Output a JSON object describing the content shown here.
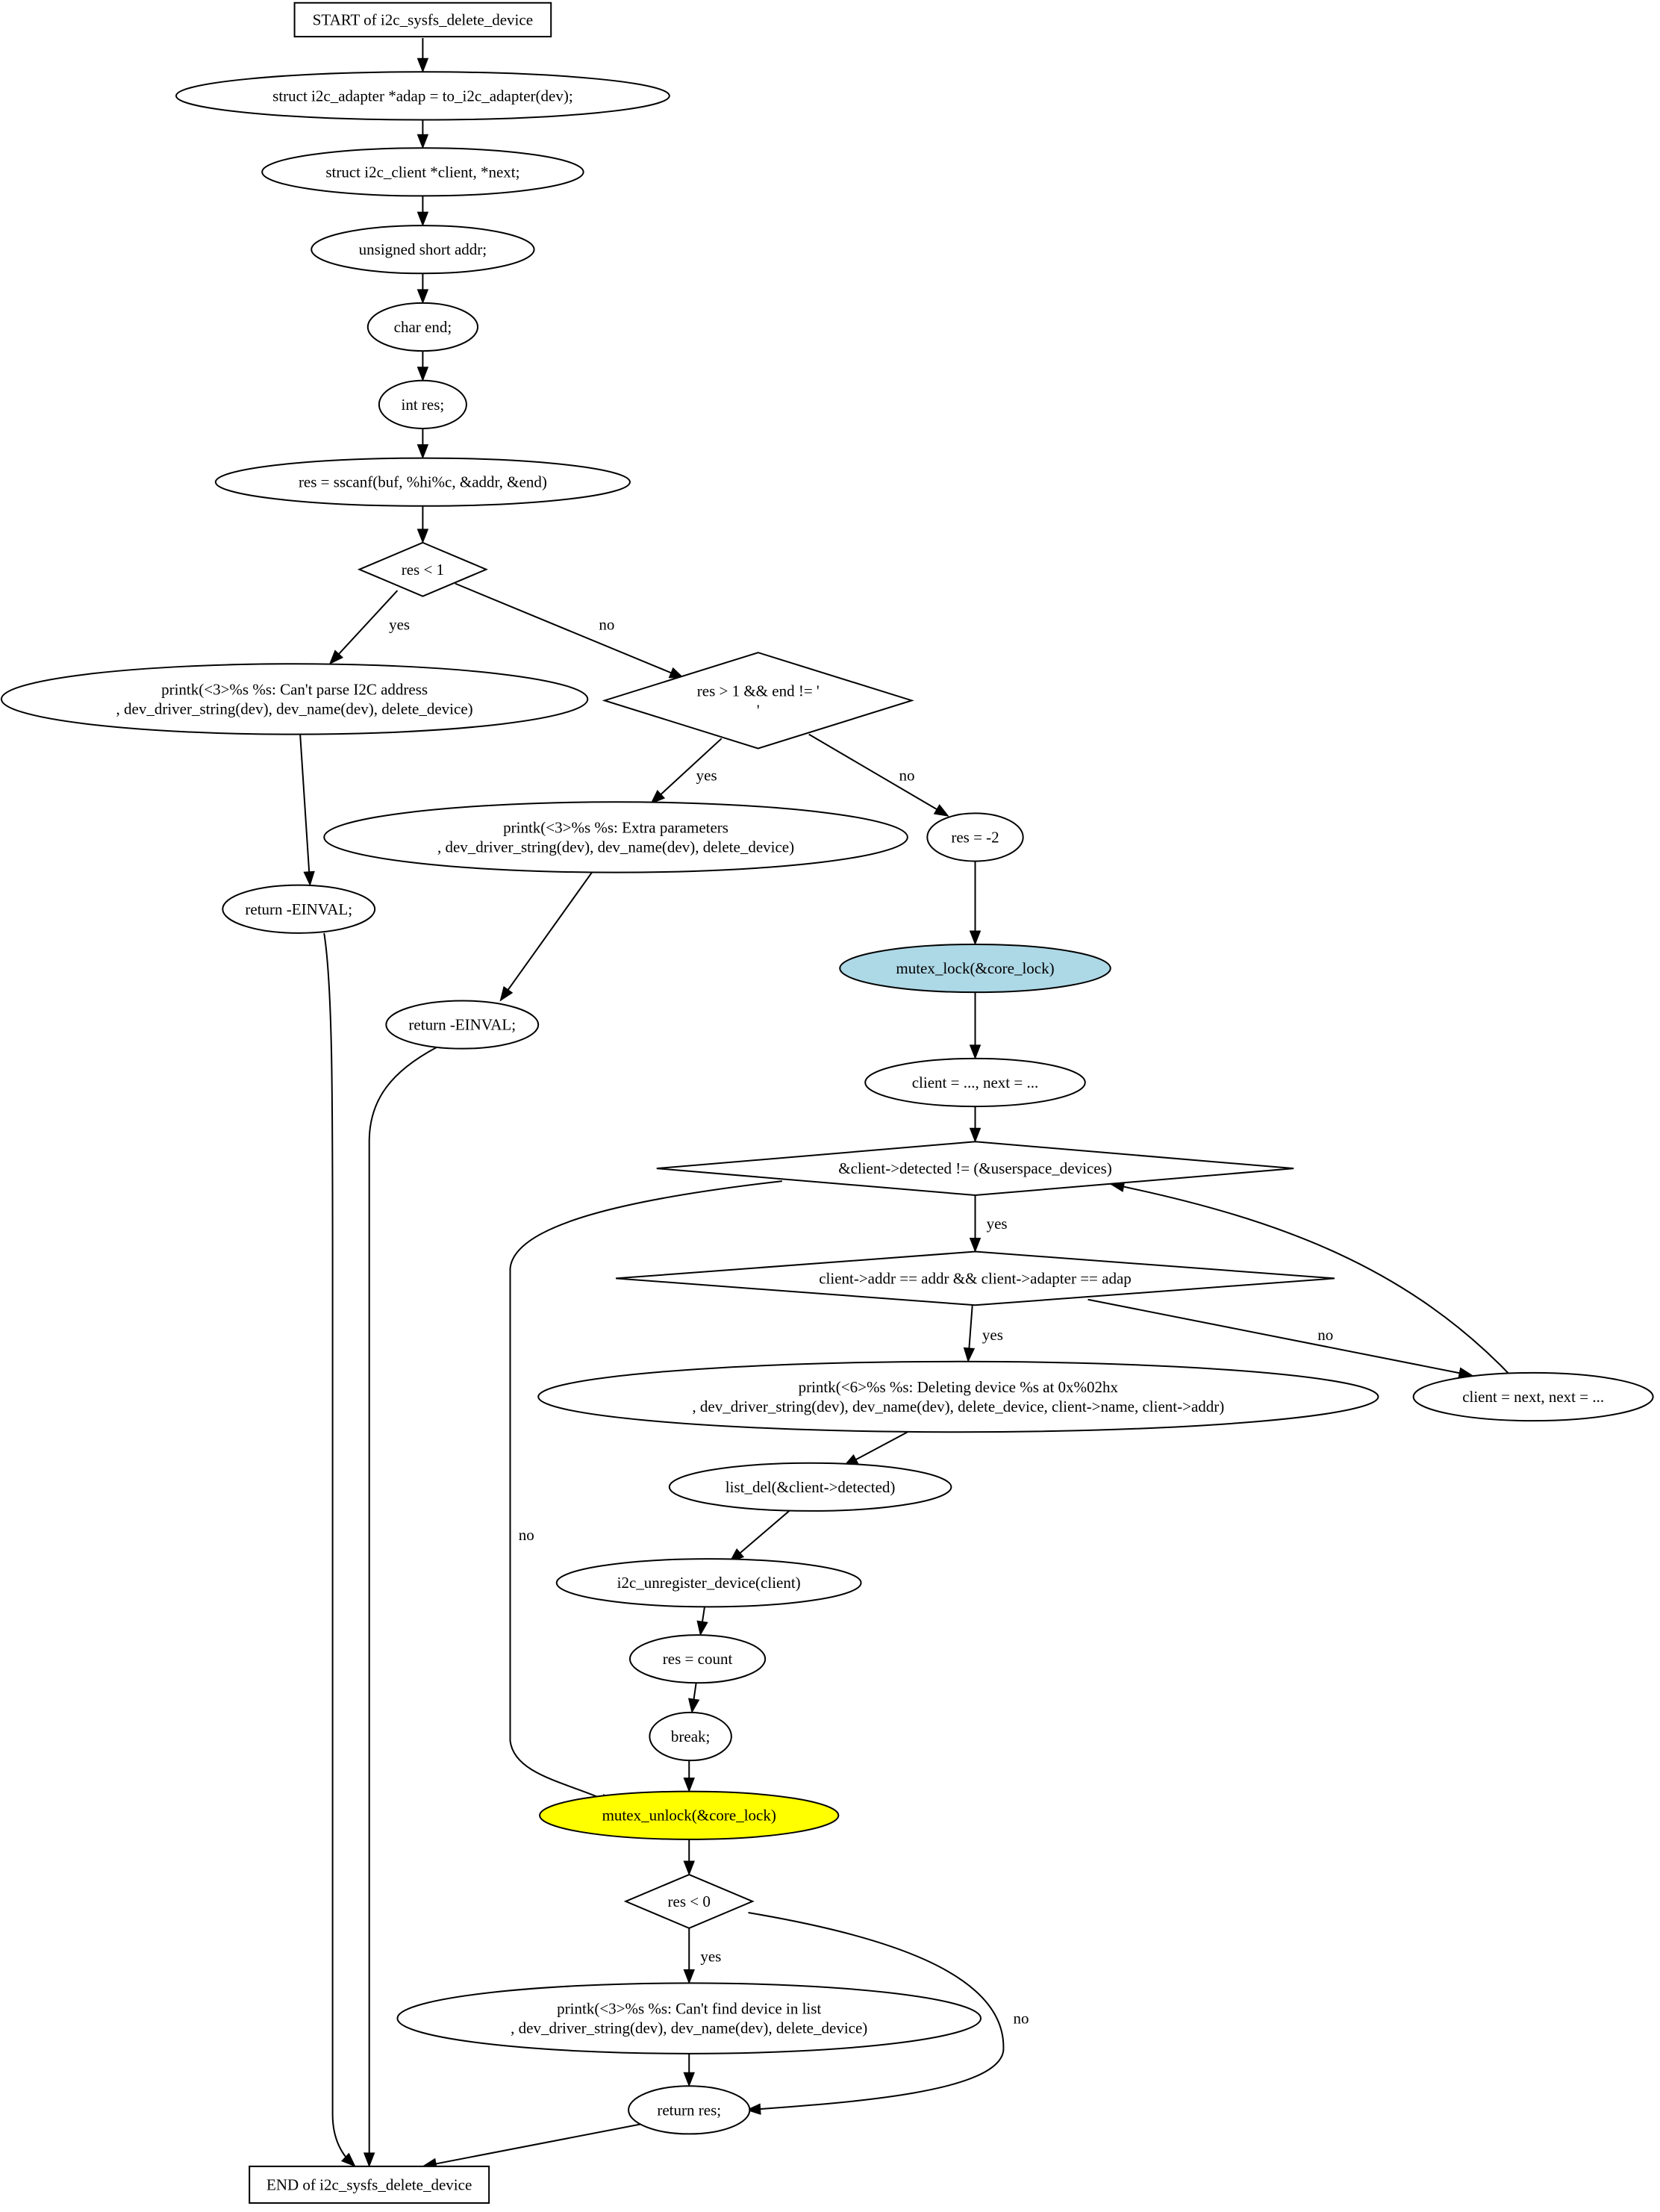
{
  "diagram": {
    "colors": {
      "highlight_blue": "#add8e6",
      "highlight_yellow": "#ffff00",
      "stroke": "#000000",
      "fill": "#ffffff"
    },
    "nodes": [
      {
        "id": "start",
        "shape": "box",
        "lines": [
          "START of i2c_sysfs_delete_device"
        ]
      },
      {
        "id": "n1",
        "shape": "ellipse",
        "lines": [
          "struct i2c_adapter *adap = to_i2c_adapter(dev);"
        ]
      },
      {
        "id": "n2",
        "shape": "ellipse",
        "lines": [
          "struct i2c_client *client, *next;"
        ]
      },
      {
        "id": "n3",
        "shape": "ellipse",
        "lines": [
          "unsigned short addr;"
        ]
      },
      {
        "id": "n4",
        "shape": "ellipse",
        "lines": [
          "char end;"
        ]
      },
      {
        "id": "n5",
        "shape": "ellipse",
        "lines": [
          "int res;"
        ]
      },
      {
        "id": "n6",
        "shape": "ellipse",
        "lines": [
          "res = sscanf(buf, %hi%c, &addr, &end)"
        ]
      },
      {
        "id": "d1",
        "shape": "diamond",
        "lines": [
          "res < 1"
        ]
      },
      {
        "id": "p1",
        "shape": "ellipse",
        "lines": [
          "printk(<3>%s %s: Can't parse I2C address",
          ", dev_driver_string(dev), dev_name(dev), delete_device)"
        ]
      },
      {
        "id": "d2",
        "shape": "diamond",
        "lines": [
          "res > 1 && end != '",
          "'"
        ]
      },
      {
        "id": "r1",
        "shape": "ellipse",
        "lines": [
          "return -EINVAL;"
        ]
      },
      {
        "id": "p2",
        "shape": "ellipse",
        "lines": [
          "printk(<3>%s %s: Extra parameters",
          ", dev_driver_string(dev), dev_name(dev), delete_device)"
        ]
      },
      {
        "id": "n7",
        "shape": "ellipse",
        "lines": [
          "res = -2"
        ]
      },
      {
        "id": "r2",
        "shape": "ellipse",
        "lines": [
          "return -EINVAL;"
        ]
      },
      {
        "id": "lock",
        "shape": "ellipse",
        "fill": "highlight_blue",
        "lines": [
          "mutex_lock(&core_lock)"
        ]
      },
      {
        "id": "n8",
        "shape": "ellipse",
        "lines": [
          "client = ..., next = ..."
        ]
      },
      {
        "id": "d3",
        "shape": "diamond",
        "lines": [
          "&client->detected != (&userspace_devices)"
        ]
      },
      {
        "id": "d4",
        "shape": "diamond",
        "lines": [
          "client->addr == addr && client->adapter == adap"
        ]
      },
      {
        "id": "p3",
        "shape": "ellipse",
        "lines": [
          "printk(<6>%s %s: Deleting device %s at 0x%02hx",
          ", dev_driver_string(dev), dev_name(dev), delete_device, client->name, client->addr)"
        ]
      },
      {
        "id": "n9",
        "shape": "ellipse",
        "lines": [
          "client = next, next = ..."
        ]
      },
      {
        "id": "n10",
        "shape": "ellipse",
        "lines": [
          "list_del(&client->detected)"
        ]
      },
      {
        "id": "n11",
        "shape": "ellipse",
        "lines": [
          "i2c_unregister_device(client)"
        ]
      },
      {
        "id": "n12",
        "shape": "ellipse",
        "lines": [
          "res = count"
        ]
      },
      {
        "id": "n13",
        "shape": "ellipse",
        "lines": [
          "break;"
        ]
      },
      {
        "id": "unlock",
        "shape": "ellipse",
        "fill": "highlight_yellow",
        "lines": [
          "mutex_unlock(&core_lock)"
        ]
      },
      {
        "id": "d5",
        "shape": "diamond",
        "lines": [
          "res < 0"
        ]
      },
      {
        "id": "p4",
        "shape": "ellipse",
        "lines": [
          "printk(<3>%s %s: Can't find device in list",
          ", dev_driver_string(dev), dev_name(dev), delete_device)"
        ]
      },
      {
        "id": "r3",
        "shape": "ellipse",
        "lines": [
          "return res;"
        ]
      },
      {
        "id": "end",
        "shape": "box",
        "lines": [
          "END of i2c_sysfs_delete_device"
        ]
      }
    ],
    "edges": [
      {
        "from": "start",
        "to": "n1",
        "label": ""
      },
      {
        "from": "n1",
        "to": "n2",
        "label": ""
      },
      {
        "from": "n2",
        "to": "n3",
        "label": ""
      },
      {
        "from": "n3",
        "to": "n4",
        "label": ""
      },
      {
        "from": "n4",
        "to": "n5",
        "label": ""
      },
      {
        "from": "n5",
        "to": "n6",
        "label": ""
      },
      {
        "from": "n6",
        "to": "d1",
        "label": ""
      },
      {
        "from": "d1",
        "to": "p1",
        "label": "yes"
      },
      {
        "from": "d1",
        "to": "d2",
        "label": "no"
      },
      {
        "from": "p1",
        "to": "r1",
        "label": ""
      },
      {
        "from": "d2",
        "to": "p2",
        "label": "yes"
      },
      {
        "from": "d2",
        "to": "n7",
        "label": "no"
      },
      {
        "from": "r1",
        "to": "end",
        "label": ""
      },
      {
        "from": "p2",
        "to": "r2",
        "label": ""
      },
      {
        "from": "n7",
        "to": "lock",
        "label": ""
      },
      {
        "from": "r2",
        "to": "end",
        "label": ""
      },
      {
        "from": "lock",
        "to": "n8",
        "label": ""
      },
      {
        "from": "n8",
        "to": "d3",
        "label": ""
      },
      {
        "from": "d3",
        "to": "d4",
        "label": "yes"
      },
      {
        "from": "d3",
        "to": "unlock",
        "label": "no"
      },
      {
        "from": "d4",
        "to": "p3",
        "label": "yes"
      },
      {
        "from": "d4",
        "to": "n9",
        "label": "no"
      },
      {
        "from": "n9",
        "to": "d3",
        "label": ""
      },
      {
        "from": "p3",
        "to": "n10",
        "label": ""
      },
      {
        "from": "n10",
        "to": "n11",
        "label": ""
      },
      {
        "from": "n11",
        "to": "n12",
        "label": ""
      },
      {
        "from": "n12",
        "to": "n13",
        "label": ""
      },
      {
        "from": "n13",
        "to": "unlock",
        "label": ""
      },
      {
        "from": "unlock",
        "to": "d5",
        "label": ""
      },
      {
        "from": "d5",
        "to": "p4",
        "label": "yes"
      },
      {
        "from": "d5",
        "to": "r3",
        "label": "no"
      },
      {
        "from": "p4",
        "to": "r3",
        "label": ""
      },
      {
        "from": "r3",
        "to": "end",
        "label": ""
      }
    ]
  }
}
